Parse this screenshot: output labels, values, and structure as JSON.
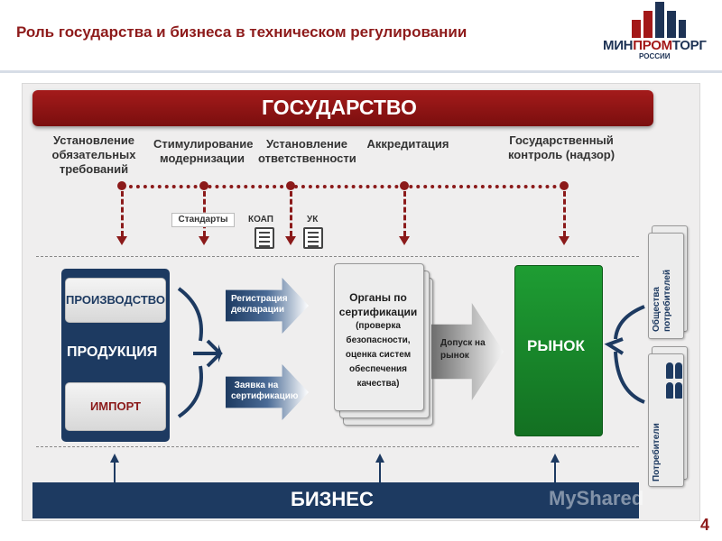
{
  "header": {
    "title": "Роль государства и бизнеса в техническом регулировании",
    "logo_brand_prefix": "МИН",
    "logo_brand_mid": "ПРОМ",
    "logo_brand_suffix": "ТОРГ",
    "logo_country": "РОССИИ"
  },
  "state": {
    "label": "ГОСУДАРСТВО",
    "functions": [
      "Установление обязательных требований",
      "Стимулирование модернизации",
      "Установление ответственности",
      "Аккредитация",
      "Государственный контроль (надзор)"
    ]
  },
  "labels": {
    "standards": "Стандарты",
    "koap": "КОАП",
    "uk": "УК"
  },
  "product": {
    "production": "ПРОИЗВОДСТВО",
    "product": "ПРОДУКЦИЯ",
    "import": "ИМПОРТ"
  },
  "arrows": {
    "registration": "Регистрация декларации",
    "application": "Заявка на сертификацию",
    "access": "Допуск на рынок"
  },
  "certification": {
    "line1": "Органы по",
    "line2": "сертификации",
    "line3": "(проверка безопасности, оценка систем обеспечения качества)"
  },
  "market": {
    "label": "РЫНОК"
  },
  "consumers": {
    "societies": "Общества потребителей",
    "consumers": "Потребители"
  },
  "business": {
    "label": "БИЗНЕС"
  },
  "page_number": "4",
  "watermark": "MyShared",
  "colors": {
    "state_red": "#8b1a1a",
    "navy": "#1d3a61",
    "market_green": "#1a8a2c"
  }
}
